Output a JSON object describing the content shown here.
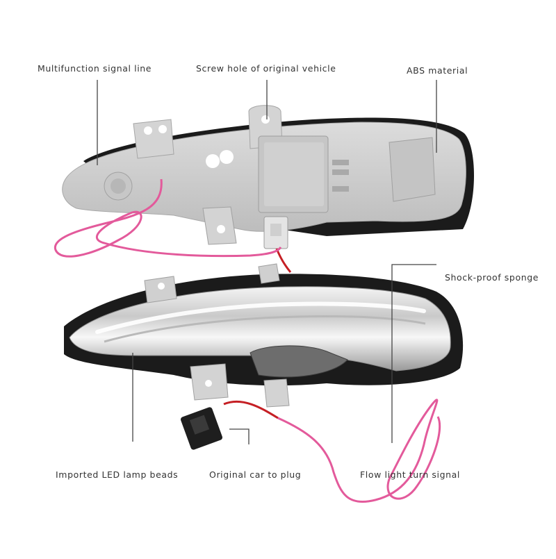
{
  "callouts": {
    "top_left": "Multifunction signal line",
    "top_center": "Screw hole of original vehicle",
    "top_right": "ABS material",
    "mid_right": "Shock-proof sponge",
    "bottom_left": "Imported LED lamp beads",
    "bottom_center": "Original car to plug",
    "bottom_right": "Flow light turn signal"
  },
  "colors": {
    "background": "#ffffff",
    "housing": "#d2d2d2",
    "sponge": "#1b1b1b",
    "wire": "#e35a9b",
    "wire_red": "#c51f24",
    "leader": "#444444",
    "label_text": "#333333"
  }
}
